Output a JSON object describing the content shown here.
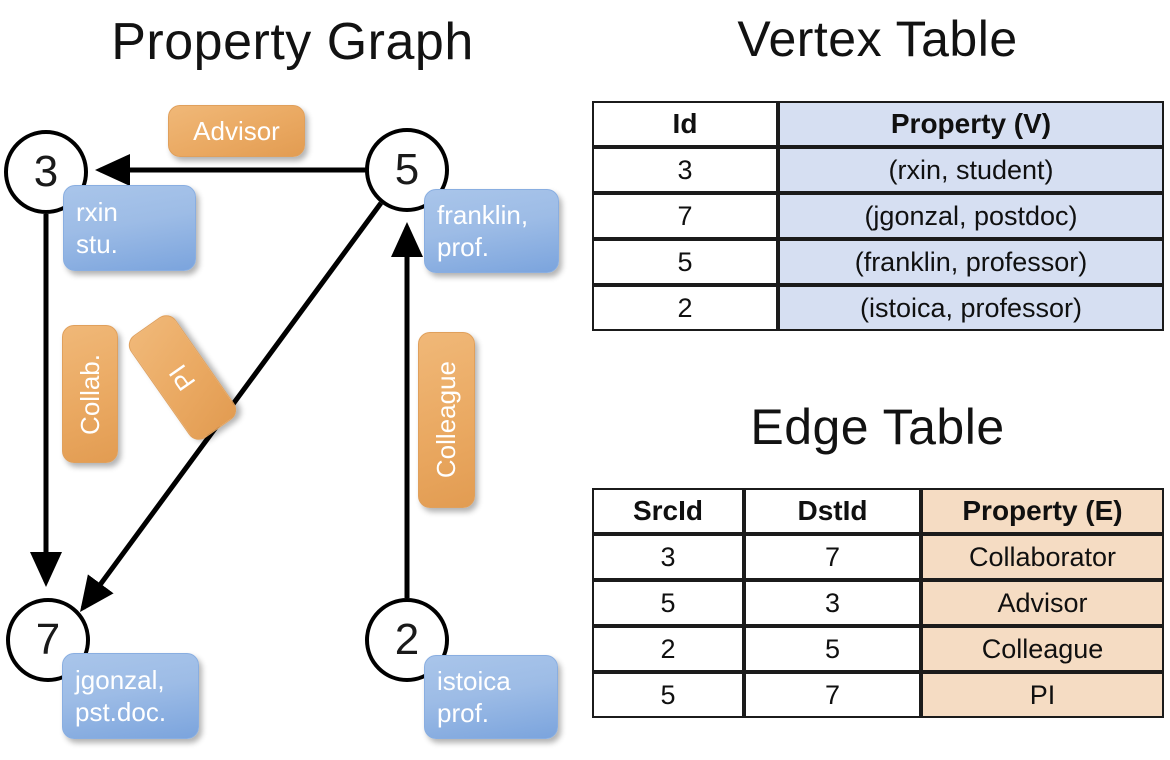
{
  "titles": {
    "property_graph": "Property Graph",
    "vertex_table": "Vertex Table",
    "edge_table": "Edge Table"
  },
  "colors": {
    "vertex_property_fill": "#D6DFF2",
    "edge_property_fill": "#F5DCC3",
    "node_property_box": "#9DBCE6",
    "edge_label_box": "#EAA962",
    "stroke": "#000000",
    "background": "#FFFFFF"
  },
  "graph": {
    "nodes": [
      {
        "id": "3",
        "property_lines": [
          "rxin",
          "stu."
        ]
      },
      {
        "id": "5",
        "property_lines": [
          "franklin,",
          "prof."
        ]
      },
      {
        "id": "7",
        "property_lines": [
          "jgonzal,",
          "pst.doc."
        ]
      },
      {
        "id": "2",
        "property_lines": [
          "istoica",
          "prof."
        ]
      }
    ],
    "edge_labels": [
      {
        "name": "advisor",
        "text": "Advisor",
        "orientation": "horizontal"
      },
      {
        "name": "collab",
        "text": "Collab.",
        "orientation": "vertical"
      },
      {
        "name": "pi",
        "text": "PI",
        "orientation": "rotated"
      },
      {
        "name": "colleague",
        "text": "Colleague",
        "orientation": "vertical"
      }
    ],
    "edges": [
      {
        "src": "5",
        "dst": "3",
        "label": "Advisor"
      },
      {
        "src": "3",
        "dst": "7",
        "label": "Collab."
      },
      {
        "src": "5",
        "dst": "7",
        "label": "PI"
      },
      {
        "src": "2",
        "dst": "5",
        "label": "Colleague"
      }
    ]
  },
  "vertex_table": {
    "headers": [
      "Id",
      "Property (V)"
    ],
    "rows": [
      {
        "id": "3",
        "property": "(rxin, student)"
      },
      {
        "id": "7",
        "property": "(jgonzal, postdoc)"
      },
      {
        "id": "5",
        "property": "(franklin, professor)"
      },
      {
        "id": "2",
        "property": "(istoica, professor)"
      }
    ]
  },
  "edge_table": {
    "headers": [
      "SrcId",
      "DstId",
      "Property (E)"
    ],
    "rows": [
      {
        "src": "3",
        "dst": "7",
        "property": "Collaborator"
      },
      {
        "src": "5",
        "dst": "3",
        "property": "Advisor"
      },
      {
        "src": "2",
        "dst": "5",
        "property": "Colleague"
      },
      {
        "src": "5",
        "dst": "7",
        "property": "PI"
      }
    ]
  }
}
